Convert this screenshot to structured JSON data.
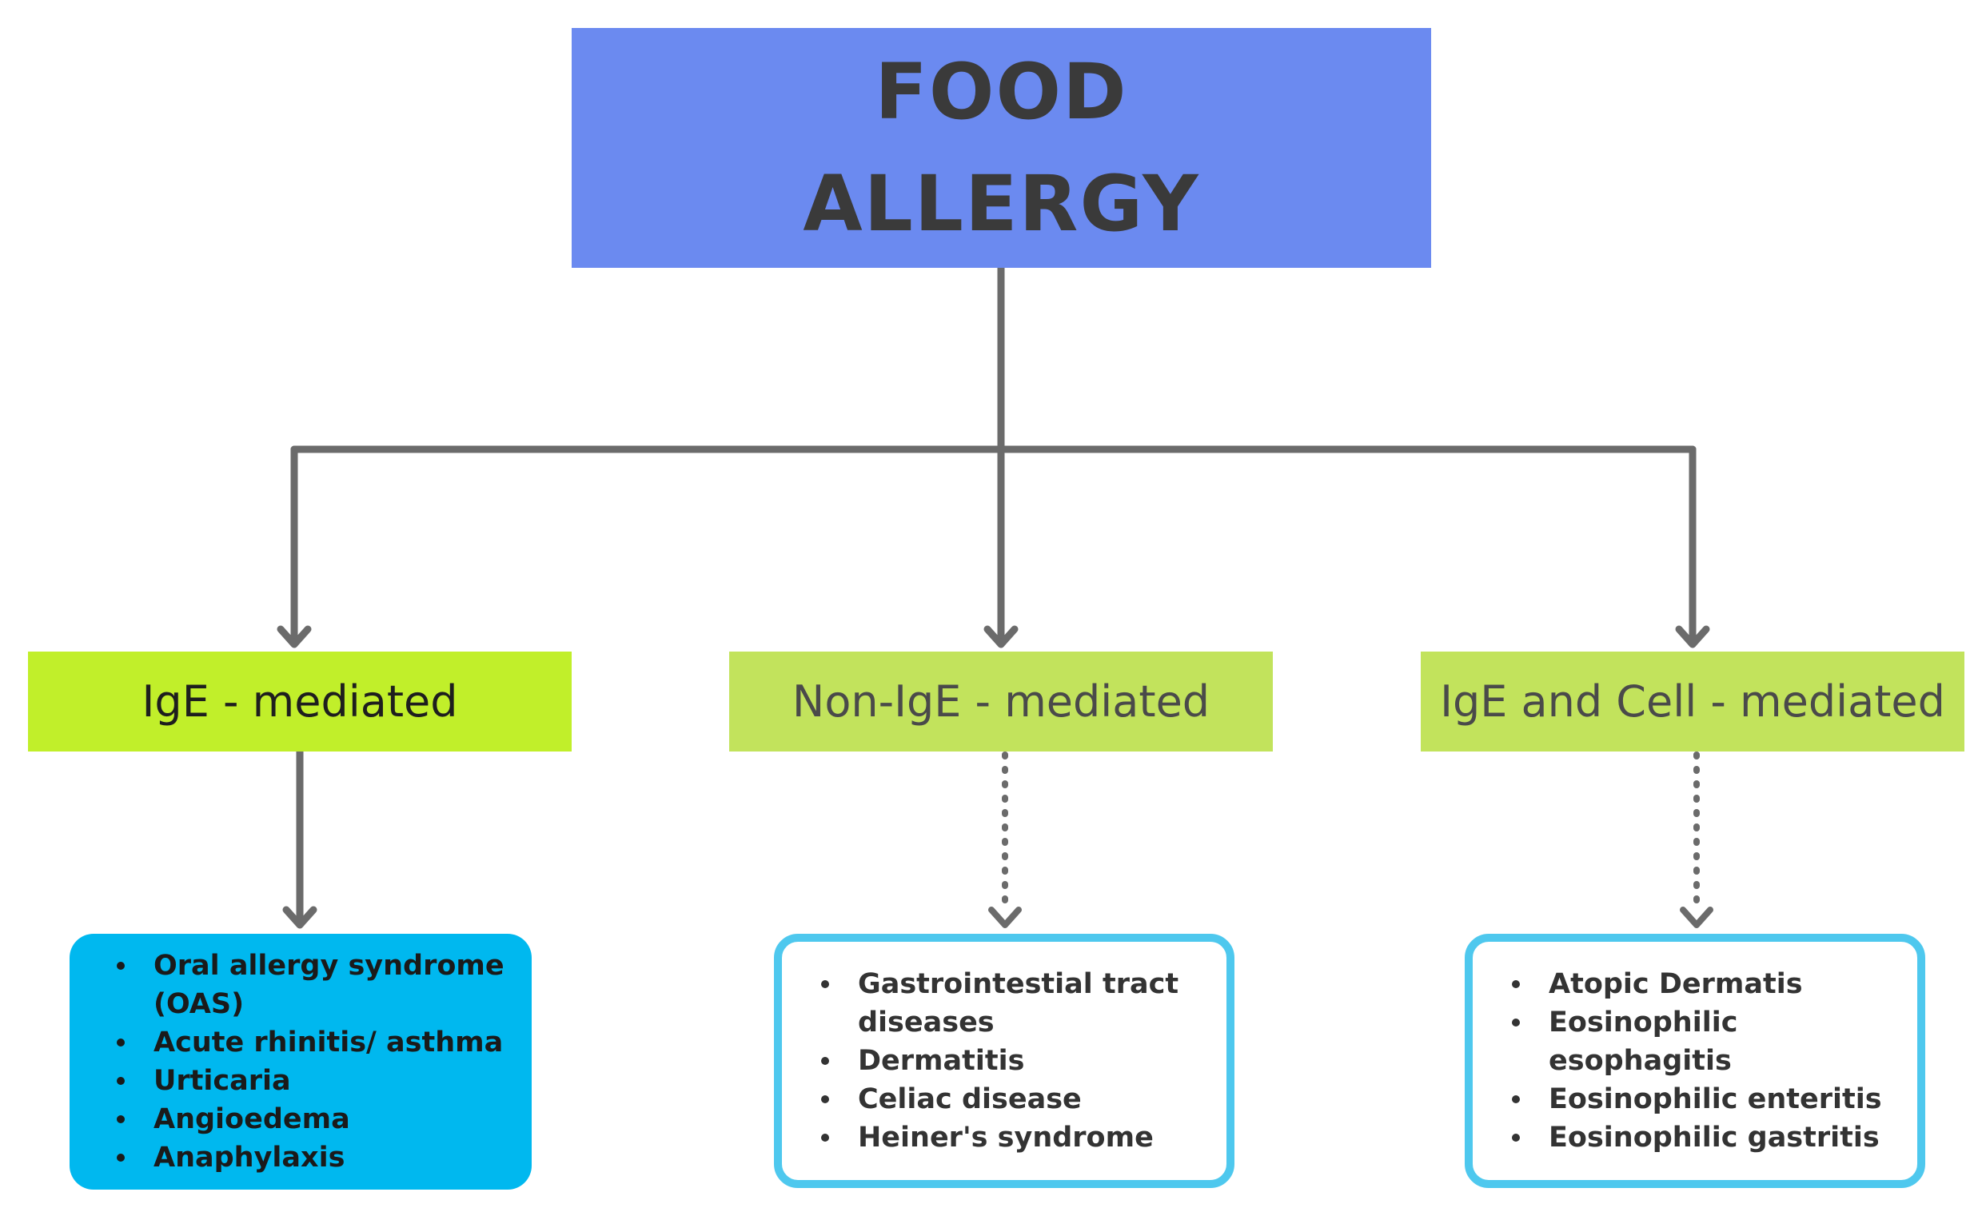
{
  "root": {
    "lines": [
      "FOOD",
      "ALLERGY"
    ],
    "color": "#6b8af0"
  },
  "categories": [
    {
      "label": "IgE - mediated",
      "color": "#c1ef2a",
      "connector": "solid",
      "items": [
        "Oral allergy syndrome (OAS)",
        "Acute rhinitis/ asthma",
        "Urticaria",
        "Angioedema",
        "Anaphylaxis"
      ],
      "box_style": "filled",
      "box_color": "#00b8ef"
    },
    {
      "label": "Non-IgE - mediated",
      "color": "#c2e35c",
      "connector": "dotted",
      "items": [
        "Gastrointestial tract diseases",
        "Dermatitis",
        "Celiac disease",
        "Heiner's syndrome"
      ],
      "box_style": "outlined",
      "box_color": "#4ec8ee"
    },
    {
      "label": "IgE and Cell - mediated",
      "color": "#c2e35c",
      "connector": "dotted",
      "items": [
        "Atopic Dermatis",
        "Eosinophilic esophagitis",
        "Eosinophilic enteritis",
        "Eosinophilic gastritis"
      ],
      "box_style": "outlined",
      "box_color": "#4ec8ee"
    }
  ],
  "connector_color": "#6b6b6b"
}
